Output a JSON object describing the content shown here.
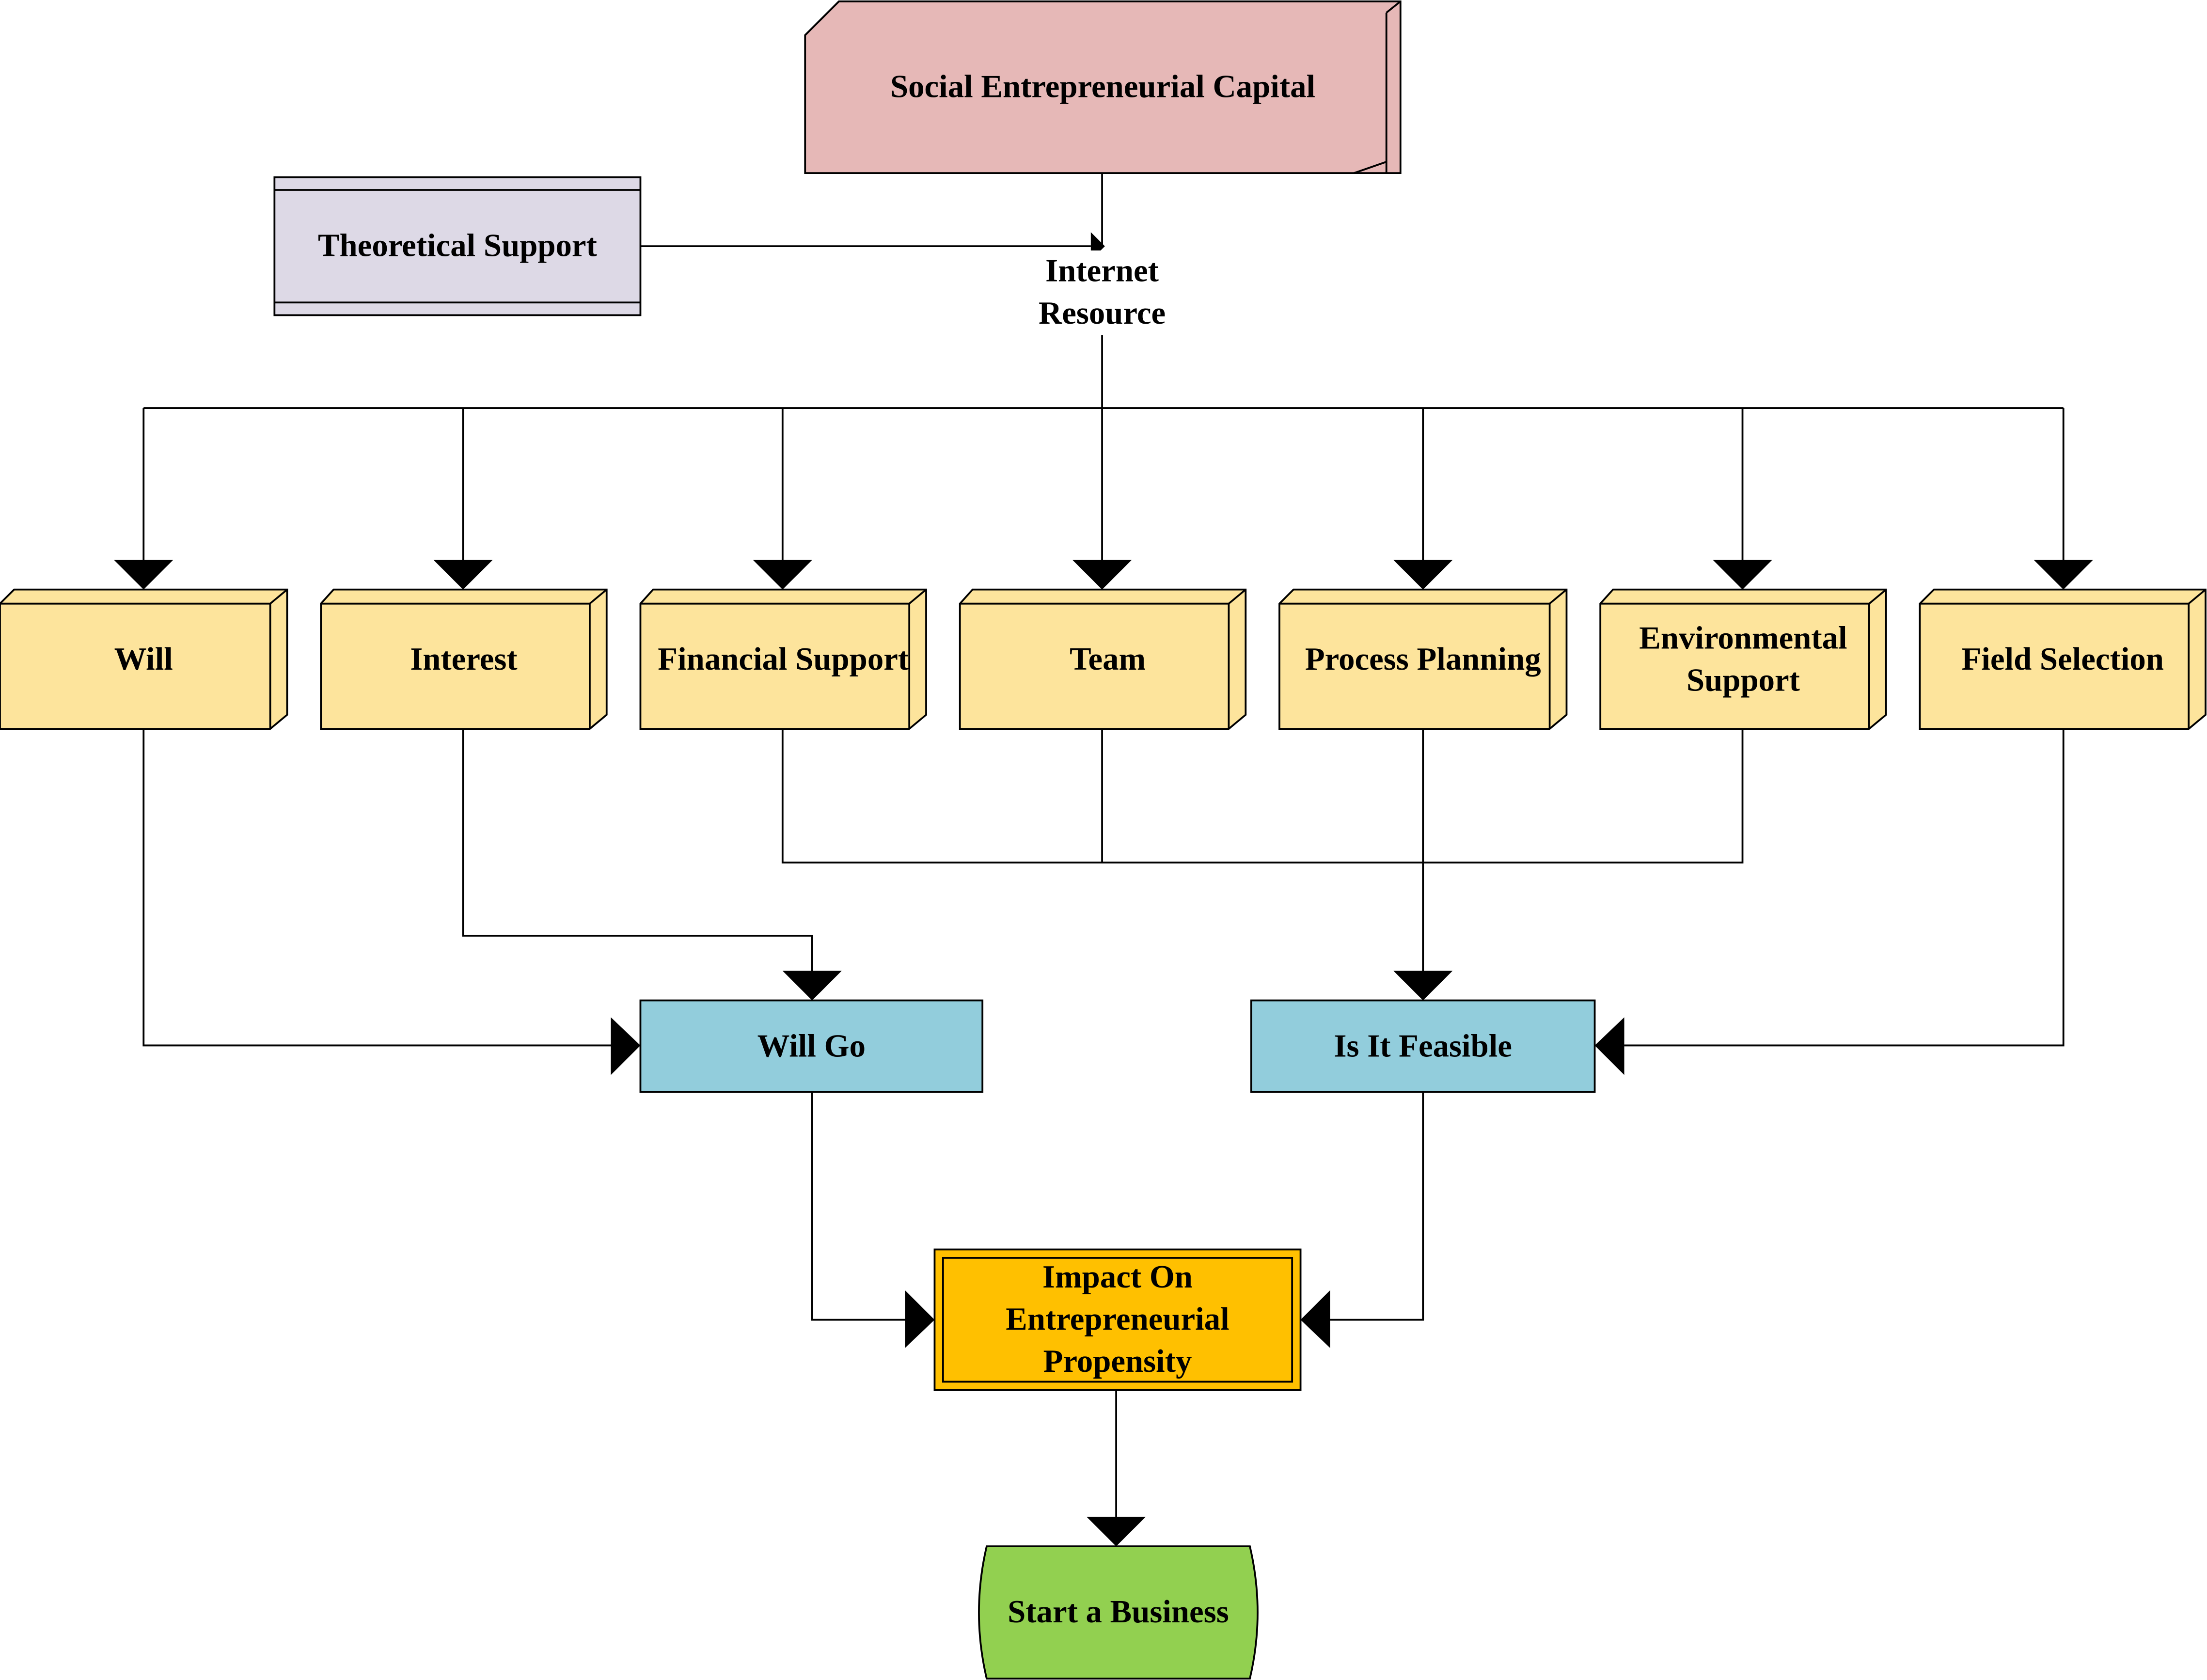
{
  "diagram": {
    "nodes": {
      "social_capital": "Social Entrepreneurial Capital",
      "theoretical_support": "Theoretical Support",
      "internet_resource_line1": "Internet",
      "internet_resource_line2": "Resource",
      "will": "Will",
      "interest": "Interest",
      "financial_support": "Financial Support",
      "team": "Team",
      "process_planning": "Process Planning",
      "environmental_support_line1": "Environmental",
      "environmental_support_line2": "Support",
      "field_selection": "Field Selection",
      "will_go": "Will Go",
      "is_it_feasible": "Is It Feasible",
      "impact_line1": "Impact On",
      "impact_line2": "Entrepreneurial",
      "impact_line3": "Propensity",
      "start_business": "Start a Business"
    },
    "colors": {
      "social_capital": "#E6B8B7",
      "theoretical_support": "#DDD9E6",
      "factor_boxes": "#FDE49C",
      "decision_boxes": "#92CDDC",
      "impact": "#FFC000",
      "start_business": "#92D050",
      "lines": "#000000"
    }
  }
}
